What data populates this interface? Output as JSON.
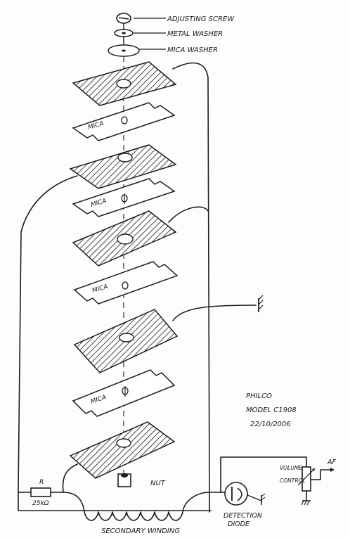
{
  "labels": {
    "adjusting_screw": "ADJUSTING SCREW",
    "metal_washer": "METAL WASHER",
    "mica_washer": "MICA WASHER",
    "mica": "MICA",
    "nut": "NUT",
    "resistor_name": "R",
    "resistor_value": "25kΩ",
    "secondary_winding": "SECONDARY WINDING",
    "detection_diode_1": "DETECTION",
    "detection_diode_2": "DIODE",
    "volume_control_1": "VOLUME",
    "volume_control_2": "CONTROL",
    "af_output": "AF"
  },
  "note": {
    "maker": "PHILCO",
    "model": "MODEL C1908",
    "date": "22/10/2006"
  },
  "colors": {
    "ink": "#1c1c1c",
    "paper": "#fdfdfb"
  }
}
